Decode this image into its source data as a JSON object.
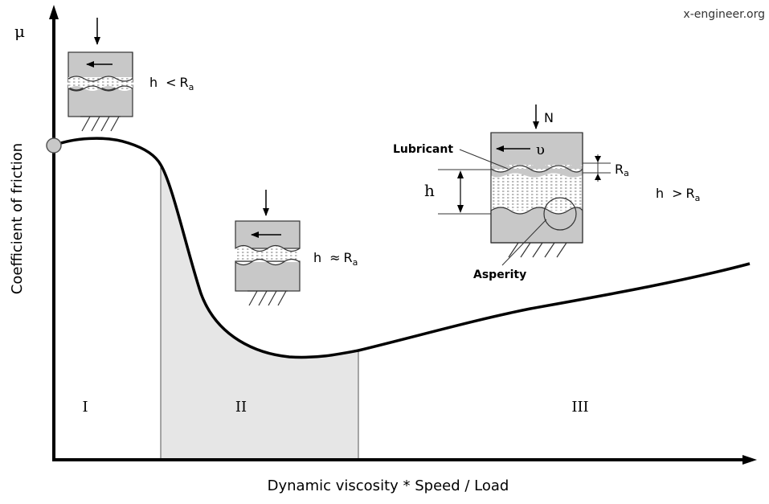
{
  "watermark": "x-engineer.org",
  "axes": {
    "y_symbol": "μ",
    "y_label": "Coefficient of friction",
    "x_label": "Dynamic viscosity * Speed / Load"
  },
  "regions": {
    "boundary": "I",
    "mixed": "II",
    "hydrodynamic": "III"
  },
  "conditions": {
    "boundary": {
      "h": "h",
      "rel": "<",
      "R": "R",
      "sub": "a"
    },
    "mixed": {
      "h": "h",
      "rel": "≈",
      "R": "R",
      "sub": "a"
    },
    "hydrodynamic": {
      "h": "h",
      "rel": ">",
      "R": "R",
      "sub": "a"
    }
  },
  "detail": {
    "load": "N",
    "speed": "υ",
    "lubricant": "Lubricant",
    "asperity": "Asperity",
    "film_h": "h",
    "roughness_R": "R",
    "roughness_sub": "a"
  },
  "colors": {
    "block_fill": "#c8c8c8",
    "region_fill": "#e6e6e6",
    "curve": "#000000"
  }
}
